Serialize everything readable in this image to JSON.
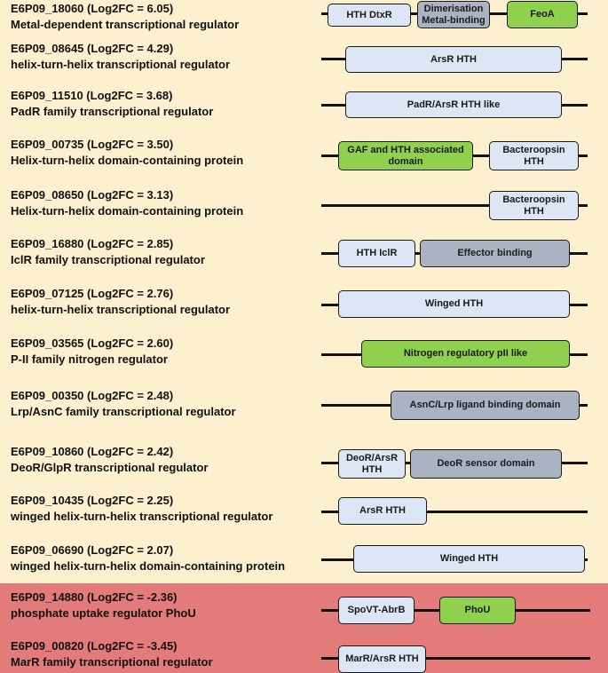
{
  "colors": {
    "upregulated_background": "#fdf0cf",
    "downregulated_background": "#e27b7a",
    "domain_light": "#dce6f4",
    "domain_grey": "#aab3c2",
    "domain_green": "#8fd14f"
  },
  "genes": [
    {
      "id": "E6P09_18060 (Log2FC = 6.05)",
      "description": "Metal-dependent transcriptional regulator",
      "regulation": "up",
      "domains": [
        {
          "label": "HTH DtxR",
          "style": "light"
        },
        {
          "label": "Dimerisation Metal-binding",
          "style": "grey"
        },
        {
          "label": "FeoA",
          "style": "green"
        }
      ]
    },
    {
      "id": "E6P09_08645 (Log2FC = 4.29)",
      "description": "helix-turn-helix transcriptional regulator",
      "regulation": "up",
      "domains": [
        {
          "label": "ArsR HTH",
          "style": "light"
        }
      ]
    },
    {
      "id": "E6P09_11510 (Log2FC = 3.68)",
      "description": "PadR family transcriptional regulator",
      "regulation": "up",
      "domains": [
        {
          "label": "PadR/ArsR HTH like",
          "style": "light"
        }
      ]
    },
    {
      "id": "E6P09_00735 (Log2FC = 3.50)",
      "description": "Helix-turn-helix domain-containing protein",
      "regulation": "up",
      "domains": [
        {
          "label": "GAF and HTH associated domain",
          "style": "green"
        },
        {
          "label": "Bacteroopsin HTH",
          "style": "light"
        }
      ]
    },
    {
      "id": "E6P09_08650 (Log2FC = 3.13)",
      "description": "Helix-turn-helix domain-containing protein",
      "regulation": "up",
      "domains": [
        {
          "label": "Bacteroopsin HTH",
          "style": "light"
        }
      ]
    },
    {
      "id": "E6P09_16880 (Log2FC = 2.85)",
      "description": "IclR family transcriptional regulator",
      "regulation": "up",
      "domains": [
        {
          "label": "HTH IclR",
          "style": "light"
        },
        {
          "label": "Effector binding",
          "style": "grey"
        }
      ]
    },
    {
      "id": "E6P09_07125 (Log2FC = 2.76)",
      "description": "helix-turn-helix transcriptional regulator",
      "regulation": "up",
      "domains": [
        {
          "label": "Winged HTH",
          "style": "light"
        }
      ]
    },
    {
      "id": "E6P09_03565 (Log2FC = 2.60)",
      "description": "P-II family nitrogen regulator",
      "regulation": "up",
      "domains": [
        {
          "label": "Nitrogen regulatory pII like",
          "style": "green"
        }
      ]
    },
    {
      "id": "E6P09_00350 (Log2FC = 2.48)",
      "description": "Lrp/AsnC family transcriptional regulator",
      "regulation": "up",
      "domains": [
        {
          "label": "AsnC/Lrp ligand binding domain",
          "style": "grey"
        }
      ]
    },
    {
      "id": "E6P09_10860 (Log2FC = 2.42)",
      "description": "DeoR/GlpR transcriptional regulator",
      "regulation": "up",
      "domains": [
        {
          "label": "DeoR/ArsR HTH",
          "style": "light"
        },
        {
          "label": "DeoR sensor domain",
          "style": "grey"
        }
      ]
    },
    {
      "id": "E6P09_10435 (Log2FC = 2.25)",
      "description": "winged helix-turn-helix transcriptional regulator",
      "regulation": "up",
      "domains": [
        {
          "label": "ArsR HTH",
          "style": "light"
        }
      ]
    },
    {
      "id": "E6P09_06690 (Log2FC = 2.07)",
      "description": "winged helix-turn-helix domain-containing protein",
      "regulation": "up",
      "domains": [
        {
          "label": "Winged HTH",
          "style": "light"
        }
      ]
    },
    {
      "id": "E6P09_14880 (Log2FC = -2.36)",
      "description": "phosphate uptake regulator PhoU",
      "regulation": "down",
      "domains": [
        {
          "label": "SpoVT-AbrB",
          "style": "light"
        },
        {
          "label": "PhoU",
          "style": "green"
        }
      ]
    },
    {
      "id": "E6P09_00820 (Log2FC = -3.45)",
      "description": "MarR family transcriptional regulator",
      "regulation": "down",
      "domains": [
        {
          "label": "MarR/ArsR HTH",
          "style": "light"
        }
      ]
    }
  ]
}
